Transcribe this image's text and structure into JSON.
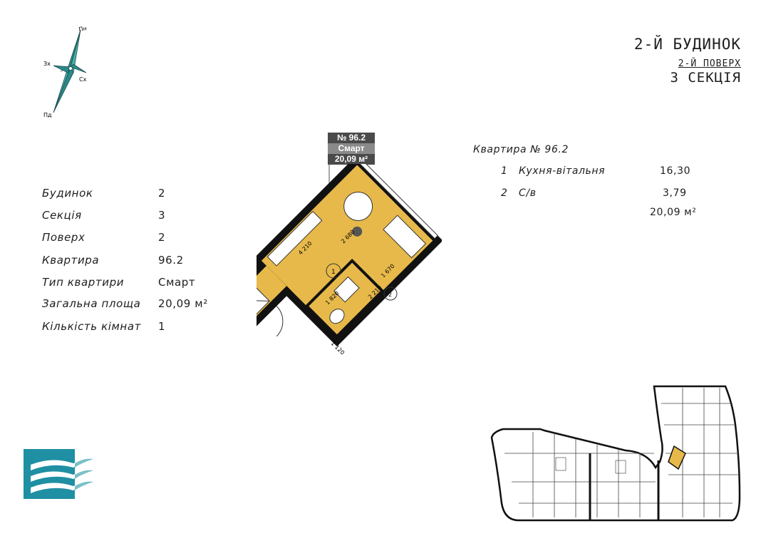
{
  "header": {
    "building": "2-Й БУДИНОК",
    "floor": "2-Й ПОВЕРХ",
    "section": "3 СЕКЦІЯ"
  },
  "compass": {
    "north": "Пн",
    "south": "Пд",
    "west": "Зх",
    "east": "Сх"
  },
  "tag": {
    "number": "№ 96.2",
    "type": "Смарт",
    "area": "20,09 м²"
  },
  "info": [
    {
      "label": "Будинок",
      "value": "2"
    },
    {
      "label": "Секція",
      "value": "3"
    },
    {
      "label": "Поверх",
      "value": "2"
    },
    {
      "label": "Квартира",
      "value": "96.2"
    },
    {
      "label": "Тип квартири",
      "value": "Смарт"
    },
    {
      "label": "Загальна площа",
      "value": "20,09 м²"
    },
    {
      "label": "Кількість кімнат",
      "value": "1"
    }
  ],
  "apartment": {
    "title": "Квартира № 96.2",
    "rooms": [
      {
        "num": "1",
        "name": "Кухня-вітальня",
        "area": "16,30"
      },
      {
        "num": "2",
        "name": "С/в",
        "area": "3,79"
      }
    ],
    "total": "20,09 м²"
  },
  "plan_labels": {
    "room1": "1",
    "room2": "2",
    "dims": [
      "2 680",
      "4 210",
      "1 670",
      "2 210",
      "1 820",
      "1 120"
    ]
  },
  "colors": {
    "apartment_fill": "#e7b94a",
    "wall": "#111111",
    "logo_teal": "#1f8fa3"
  }
}
